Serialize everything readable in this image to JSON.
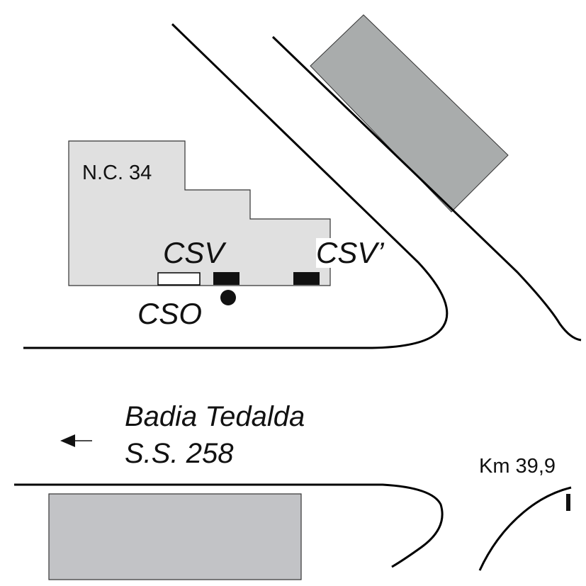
{
  "labels": {
    "building": "N.C. 34",
    "csv": "CSV",
    "csv_prime": "CSV’",
    "cso": "CSO",
    "place": "Badia Tedalda",
    "road": "S.S. 258",
    "km": "Km 39,9"
  },
  "colors": {
    "building_main": "#e0e0e0",
    "building_ne": "#a9acac",
    "building_south": "#c2c3c6",
    "road_line": "#000000",
    "marker_black": "#111111",
    "marker_white": "#ffffff"
  },
  "icons": {
    "direction": "left-arrow-icon",
    "cso_point": "filled-circle-icon"
  }
}
